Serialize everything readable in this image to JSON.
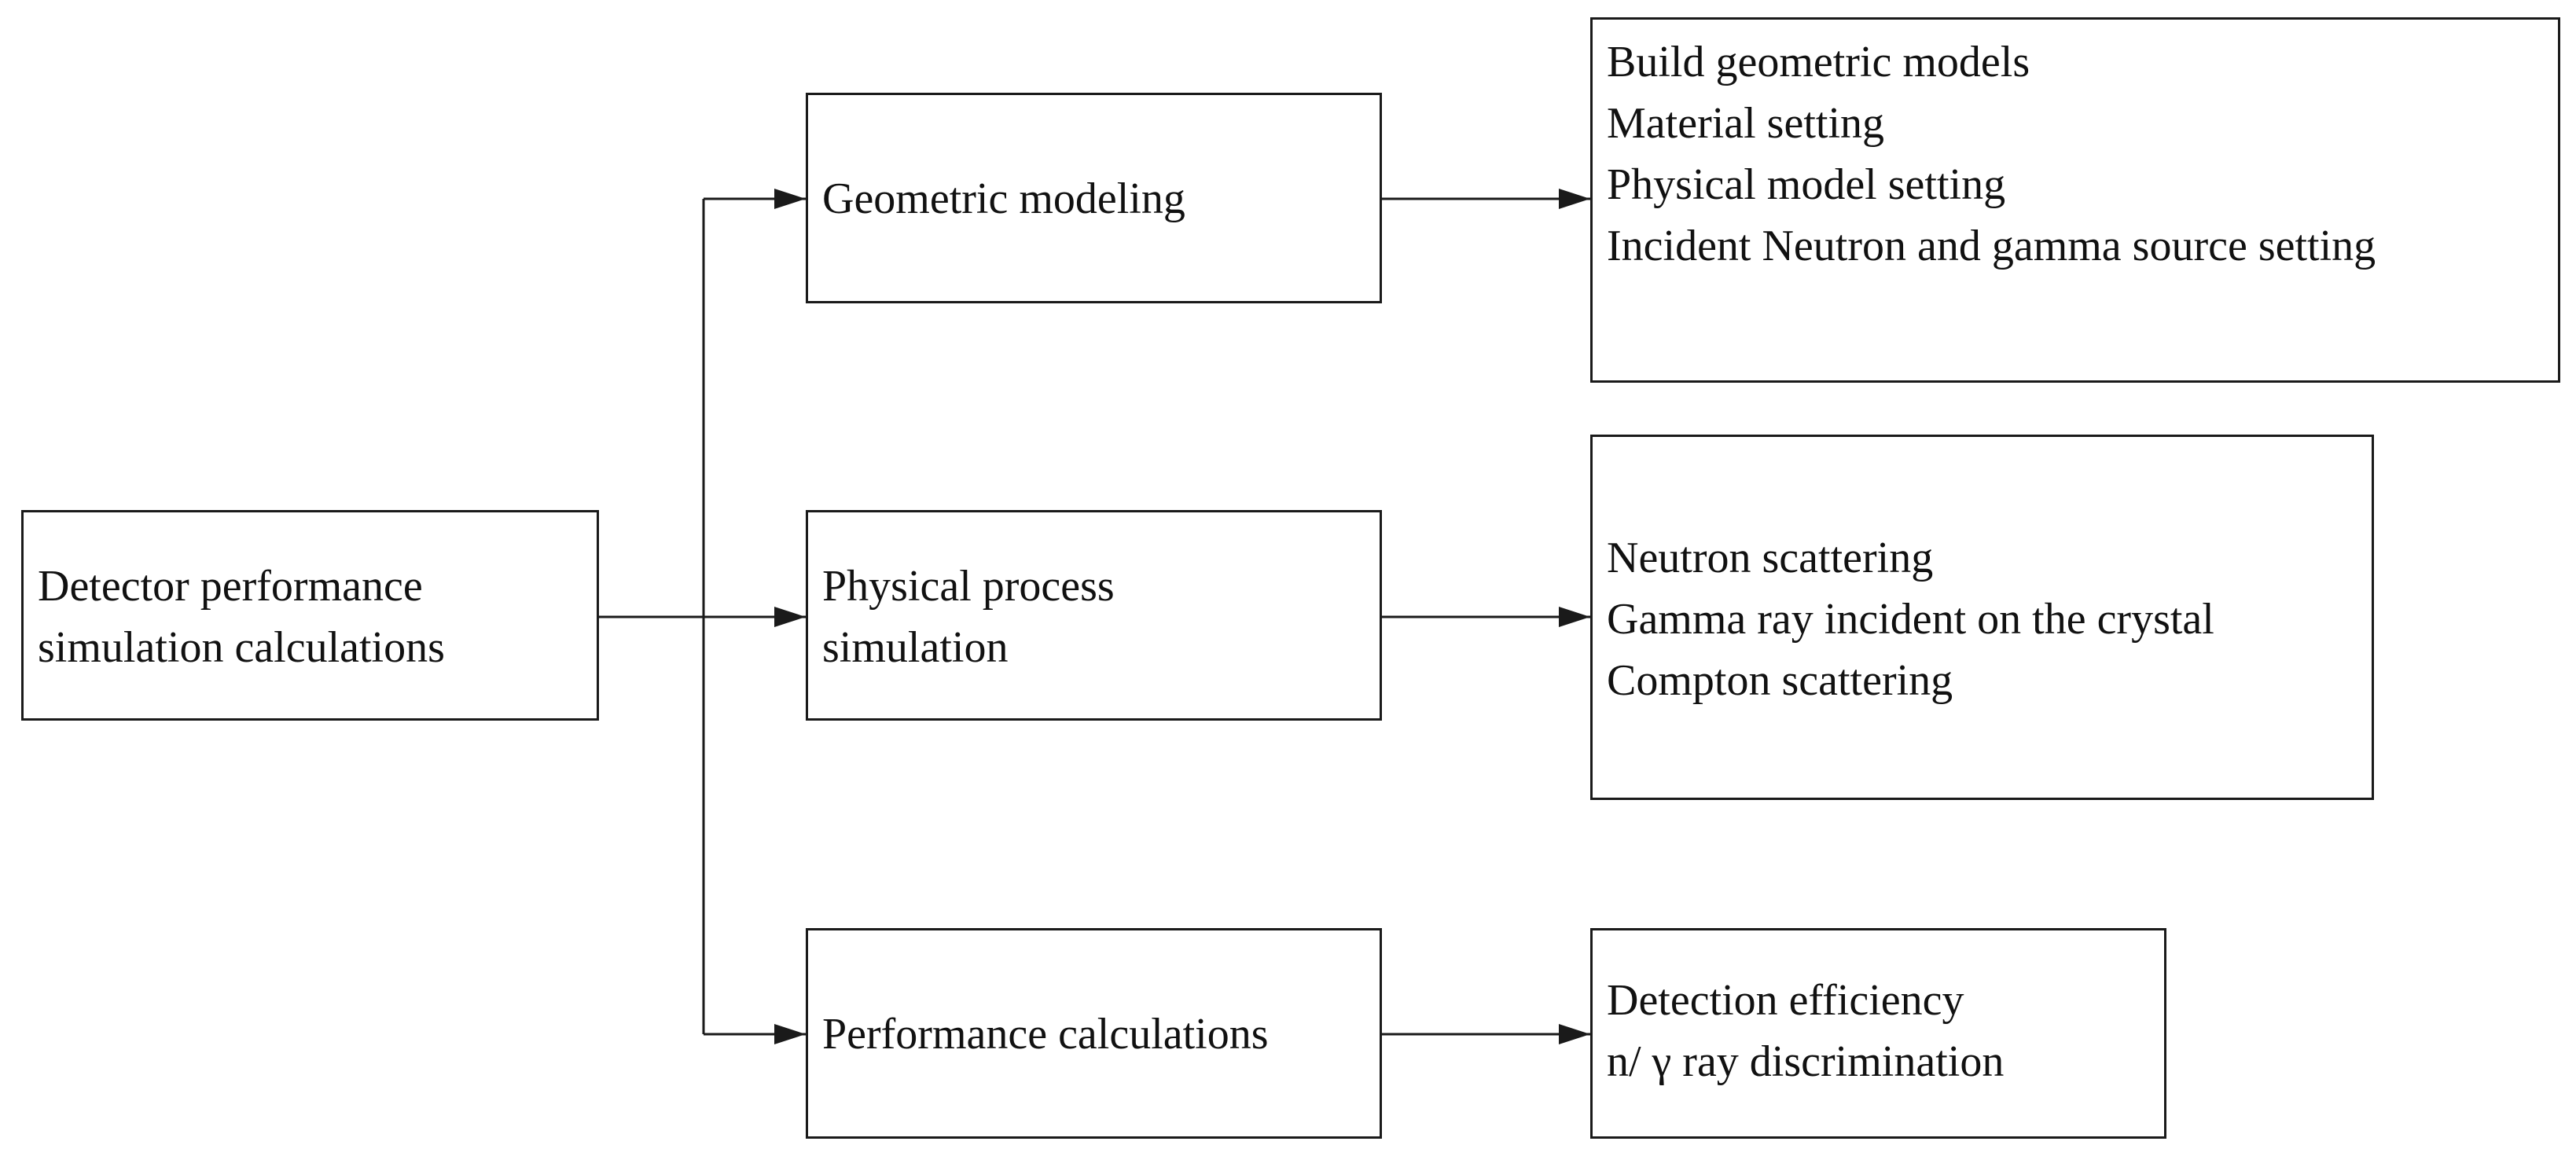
{
  "diagram": {
    "root": {
      "lines": [
        "Detector performance",
        "simulation calculations"
      ]
    },
    "stages": [
      {
        "id": "geometric",
        "lines": [
          "Geometric modeling"
        ],
        "details": [
          "Build geometric models",
          "Material setting",
          "Physical model setting",
          "Incident Neutron and gamma source setting"
        ]
      },
      {
        "id": "physical",
        "lines": [
          "Physical process",
          "simulation"
        ],
        "details": [
          "Neutron scattering",
          "Gamma ray incident on the crystal",
          "Compton scattering"
        ]
      },
      {
        "id": "performance",
        "lines": [
          "Performance calculations"
        ],
        "details": [
          "Detection efficiency",
          "n/ γ  ray discrimination"
        ]
      }
    ]
  }
}
